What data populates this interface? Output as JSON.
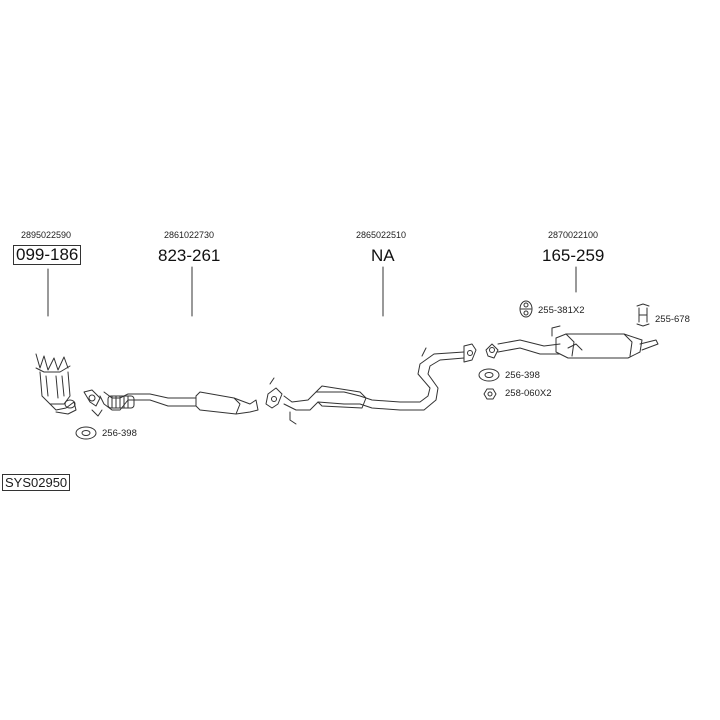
{
  "parts": [
    {
      "oem": "2895022590",
      "number": "099-186",
      "boxed": true
    },
    {
      "oem": "2861022730",
      "number": "823-261",
      "boxed": false
    },
    {
      "oem": "2865022510",
      "number": "NA",
      "boxed": false
    },
    {
      "oem": "2870022100",
      "number": "165-259",
      "boxed": false
    }
  ],
  "accessories": {
    "gasket_front": "256-398",
    "rubber_mount": "255-381X2",
    "clamp": "255-678",
    "gasket_rear": "256-398",
    "nut": "258-060X2"
  },
  "system_id": "SYS02950"
}
